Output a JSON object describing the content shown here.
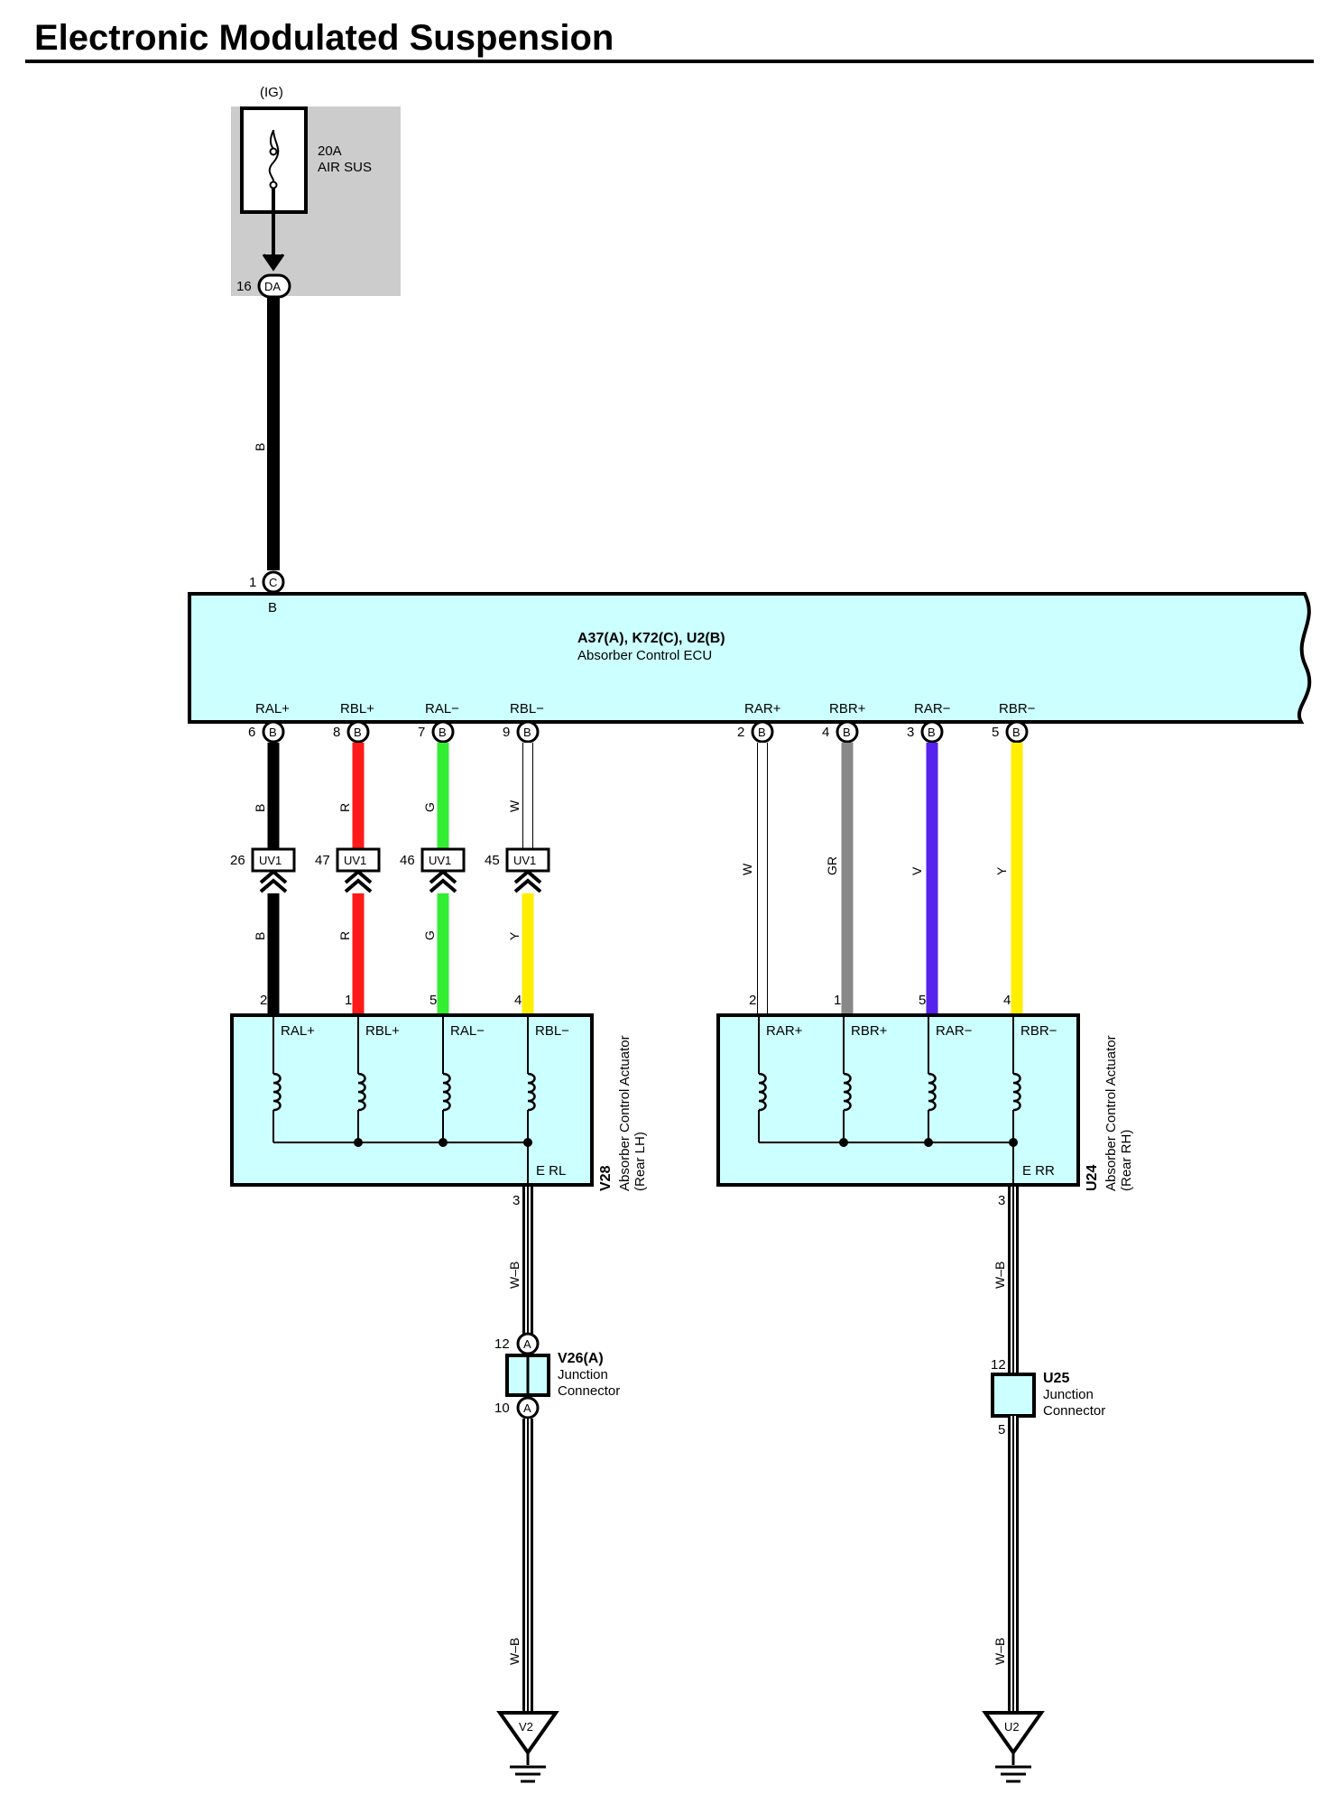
{
  "title": "Electronic Modulated Suspension",
  "colors": {
    "B": "#000000",
    "R": "#ff1a1a",
    "G": "#33ee33",
    "W": "#ffffff",
    "Y": "#ffee00",
    "GR": "#888888",
    "V": "#5522ee",
    "W-B": "#ffffff",
    "box_fill": "#ccffff",
    "fuse_bg": "#cccccc"
  },
  "fuse": {
    "source": "(IG)",
    "rating": "20A",
    "name": "AIR SUS",
    "pin": "16",
    "connector": "DA",
    "wire": "B"
  },
  "ecu": {
    "code": "A37(A), K72(C), U2(B)",
    "name": "Absorber Control ECU",
    "power_pin": "1",
    "power_conn": "C",
    "power_terminal": "B",
    "terminals": [
      {
        "label": "RAL+",
        "pin": "6",
        "conn": "B"
      },
      {
        "label": "RBL+",
        "pin": "8",
        "conn": "B"
      },
      {
        "label": "RAL−",
        "pin": "7",
        "conn": "B"
      },
      {
        "label": "RBL−",
        "pin": "9",
        "conn": "B"
      },
      {
        "label": "RAR+",
        "pin": "2",
        "conn": "B"
      },
      {
        "label": "RBR+",
        "pin": "4",
        "conn": "B"
      },
      {
        "label": "RAR−",
        "pin": "3",
        "conn": "B"
      },
      {
        "label": "RBR−",
        "pin": "5",
        "conn": "B"
      }
    ]
  },
  "left_wires": [
    {
      "upper": "B",
      "lower": "B",
      "inline_pin": "26",
      "inline_conn": "UV1",
      "act_pin": "2"
    },
    {
      "upper": "R",
      "lower": "R",
      "inline_pin": "47",
      "inline_conn": "UV1",
      "act_pin": "1"
    },
    {
      "upper": "G",
      "lower": "G",
      "inline_pin": "46",
      "inline_conn": "UV1",
      "act_pin": "5"
    },
    {
      "upper": "W",
      "lower": "Y",
      "inline_pin": "45",
      "inline_conn": "UV1",
      "act_pin": "4"
    }
  ],
  "right_wires": [
    {
      "color": "W",
      "act_pin": "2"
    },
    {
      "color": "GR",
      "act_pin": "1"
    },
    {
      "color": "V",
      "act_pin": "5"
    },
    {
      "color": "Y",
      "act_pin": "4"
    }
  ],
  "actuator_left": {
    "code": "V28",
    "name": "Absorber Control Actuator",
    "side": "(Rear LH)",
    "terminals": [
      "RAL+",
      "RBL+",
      "RAL−",
      "RBL−"
    ],
    "ground_label": "E RL",
    "ground_pin": "3"
  },
  "actuator_right": {
    "code": "U24",
    "name": "Absorber Control Actuator",
    "side": "(Rear RH)",
    "terminals": [
      "RAR+",
      "RBR+",
      "RAR−",
      "RBR−"
    ],
    "ground_label": "E RR",
    "ground_pin": "3"
  },
  "junction_left": {
    "code": "V26(A)",
    "line1": "Junction",
    "line2": "Connector",
    "pin_in": "12",
    "pin_out": "10",
    "conn": "A",
    "wire_upper": "W–B",
    "wire_lower": "W–B",
    "ground": "V2"
  },
  "junction_right": {
    "code": "U25",
    "line1": "Junction",
    "line2": "Connector",
    "pin_in": "12",
    "pin_out": "5",
    "wire_upper": "W–B",
    "wire_lower": "W–B",
    "ground": "U2"
  }
}
